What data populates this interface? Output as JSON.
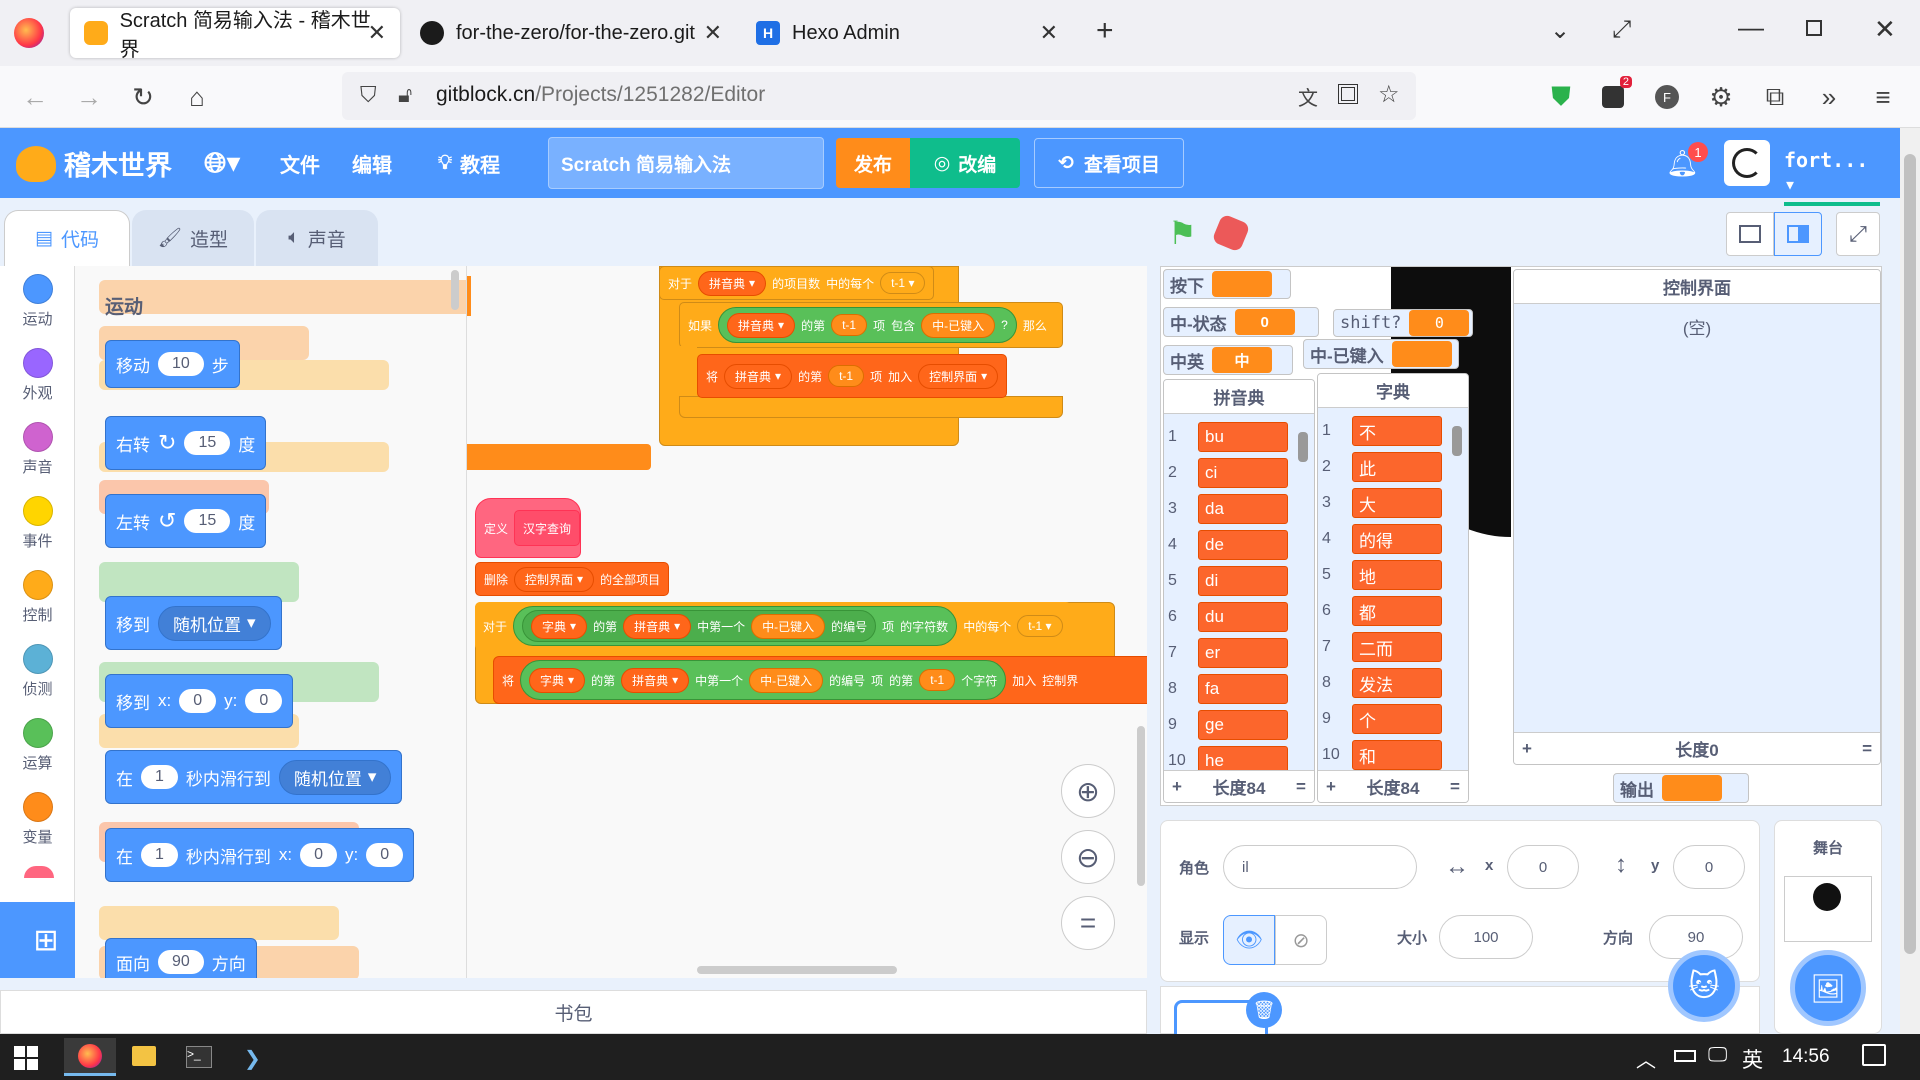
{
  "browser": {
    "tabs": [
      {
        "title": "Scratch 简易输入法 - 稽木世界",
        "active": true
      },
      {
        "title": "for-the-zero/for-the-zero.git"
      },
      {
        "title": "Hexo Admin"
      }
    ],
    "url_host": "gitblock.cn",
    "url_path": "/Projects/1251282/Editor",
    "ext_badge": "2",
    "profile_letter": "F"
  },
  "menubar": {
    "logo": "稽木世界",
    "file": "文件",
    "edit": "编辑",
    "tutorials": "教程",
    "project_title": "Scratch 简易输入法",
    "publish": "发布",
    "remix": "改编",
    "see_project": "查看项目",
    "notify_count": "1",
    "username": "fort..."
  },
  "editor_tabs": {
    "code": "代码",
    "costumes": "造型",
    "sounds": "声音"
  },
  "categories": [
    {
      "label": "运动",
      "color": "#4c97ff"
    },
    {
      "label": "外观",
      "color": "#9966ff"
    },
    {
      "label": "声音",
      "color": "#cf63cf"
    },
    {
      "label": "事件",
      "color": "#ffd500"
    },
    {
      "label": "控制",
      "color": "#ffab19"
    },
    {
      "label": "侦测",
      "color": "#5cb1d6"
    },
    {
      "label": "运算",
      "color": "#59c059"
    },
    {
      "label": "变量",
      "color": "#ff8c1a"
    }
  ],
  "palette": {
    "heading": "运动",
    "move": {
      "pre": "移动",
      "val": "10",
      "post": "步"
    },
    "turn_right": {
      "pre": "右转",
      "val": "15",
      "post": "度"
    },
    "turn_left": {
      "pre": "左转",
      "val": "15",
      "post": "度"
    },
    "goto": {
      "pre": "移到",
      "dd": "随机位置"
    },
    "gotoxy": {
      "pre": "移到",
      "x": "x:",
      "xv": "0",
      "y": "y:",
      "yv": "0"
    },
    "glide": {
      "pre": "在",
      "val": "1",
      "mid": "秒内滑行到",
      "dd": "随机位置"
    },
    "glidexy": {
      "pre": "在",
      "val": "1",
      "mid": "秒内滑行到",
      "x": "x:",
      "xv": "0",
      "y": "y:",
      "yv": "0"
    },
    "point": {
      "pre": "面向",
      "val": "90",
      "post": "方向"
    }
  },
  "script": {
    "for_each_1": {
      "a": "对于",
      "list": "拼音典",
      "b": "的项目数",
      "c": "中的每个",
      "var": "t-1"
    },
    "if_1": {
      "a": "如果",
      "list": "拼音典",
      "b": "的第",
      "var": "t-1",
      "c": "项",
      "d": "包含",
      "var2": "中-已键入",
      "e": "?",
      "f": "那么"
    },
    "add_1": {
      "a": "将",
      "list": "拼音典",
      "b": "的第",
      "var": "t-1",
      "c": "项",
      "d": "加入",
      "list2": "控制界面"
    },
    "define": {
      "a": "定义",
      "b": "汉字查询"
    },
    "delete_all": {
      "a": "删除",
      "list": "控制界面",
      "b": "的全部项目"
    },
    "for_each_2": {
      "a": "对于",
      "list": "字典",
      "b": "的第",
      "list2": "拼音典",
      "c": "中第一个",
      "var": "中-已键入",
      "d": "的编号",
      "e": "项",
      "f": "的字符数",
      "g": "中的每个",
      "var2": "t-1"
    },
    "add_2": {
      "a": "将",
      "list": "字典",
      "b": "的第",
      "list2": "拼音典",
      "c": "中第一个",
      "var": "中-已键入",
      "d": "的编号",
      "e": "项",
      "f": "的第",
      "var2": "t-1",
      "g": "个字符",
      "h": "加入",
      "list3": "控制界"
    }
  },
  "stage": {
    "monitors": [
      {
        "label": "按下",
        "value": ""
      },
      {
        "label": "中-状态",
        "value": "0"
      },
      {
        "label": "shift?",
        "value": "0"
      },
      {
        "label": "中英",
        "value": "中"
      },
      {
        "label": "中-已键入",
        "value": ""
      }
    ],
    "pinyin_list": {
      "title": "拼音典",
      "items": [
        "bu",
        "ci",
        "da",
        "de",
        "di",
        "du",
        "er",
        "fa",
        "ge",
        "he"
      ],
      "length": "长度84"
    },
    "dict_list": {
      "title": "字典",
      "items": [
        "不",
        "此",
        "大",
        "的得",
        "地",
        "都",
        "二而",
        "发法",
        "个",
        "和"
      ],
      "length": "长度84"
    },
    "control_list": {
      "title": "控制界面",
      "empty": "(空)",
      "length": "长度0"
    },
    "output": {
      "label": "输出",
      "value": ""
    }
  },
  "sprite_info": {
    "sprite_label": "角色",
    "sprite_name": "il",
    "x_label": "x",
    "x_value": "0",
    "y_label": "y",
    "y_value": "0",
    "show_label": "显示",
    "size_label": "大小",
    "size_value": "100",
    "direction_label": "方向",
    "direction_value": "90"
  },
  "stage_panel": {
    "label": "舞台"
  },
  "backpack": "书包",
  "taskbar": {
    "ime": "英",
    "time": "14:56"
  }
}
